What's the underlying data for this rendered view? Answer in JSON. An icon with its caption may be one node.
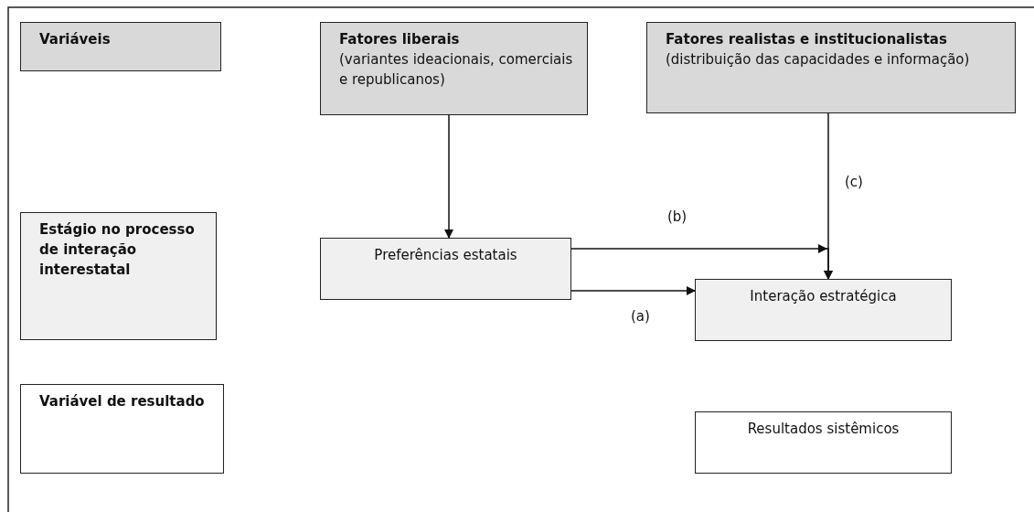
{
  "diagram": {
    "nodes": [
      {
        "text": [
          "Variáveis"
        ]
      },
      {
        "text": [
          "Fatores liberais",
          "(variantes ideacionais, comerciais e republicanos)"
        ]
      },
      {
        "text": [
          "Fatores realistas e institucionalistas",
          "(distribuição das capacidades e informação)"
        ]
      },
      {
        "text": [
          "Estágio no processo de interação interestatal"
        ]
      },
      {
        "text": [
          "Preferências estatais"
        ]
      },
      {
        "text": [
          "Interação estratégica"
        ]
      },
      {
        "text": [
          "Variável de resultado"
        ]
      },
      {
        "text": [
          "Resultados sistêmicos"
        ]
      }
    ],
    "edges": [
      {
        "from": 1,
        "to": 4,
        "arrow": "to"
      },
      {
        "from": 4,
        "to": 5,
        "arrow": "to",
        "label": "(a)"
      },
      {
        "from": 4,
        "to": 5,
        "arrow": "to",
        "label": "(b)"
      },
      {
        "from": 2,
        "to": 5,
        "arrow": "to",
        "label": "(c)"
      }
    ]
  }
}
